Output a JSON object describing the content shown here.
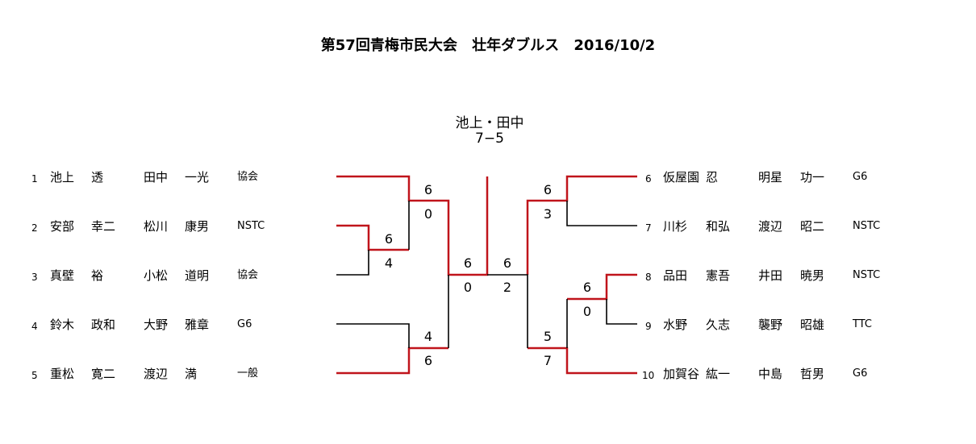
{
  "title": {
    "event": "第57回青梅市民大会",
    "category": "壮年ダブルス",
    "date": "2016/10/2"
  },
  "champion": {
    "names": "池上・田中",
    "score": "7−5"
  },
  "left_entries": [
    {
      "no": "1",
      "p1_last": "池上",
      "p1_first": "透",
      "p2_last": "田中",
      "p2_first": "一光",
      "club": "協会"
    },
    {
      "no": "2",
      "p1_last": "安部",
      "p1_first": "幸二",
      "p2_last": "松川",
      "p2_first": "康男",
      "club": "NSTC"
    },
    {
      "no": "3",
      "p1_last": "真壁",
      "p1_first": "裕",
      "p2_last": "小松",
      "p2_first": "道明",
      "club": "協会"
    },
    {
      "no": "4",
      "p1_last": "鈴木",
      "p1_first": "政和",
      "p2_last": "大野",
      "p2_first": "雅章",
      "club": "G6"
    },
    {
      "no": "5",
      "p1_last": "重松",
      "p1_first": "寛二",
      "p2_last": "渡辺",
      "p2_first": "満",
      "club": "一般"
    }
  ],
  "right_entries": [
    {
      "no": "6",
      "p1_last": "仮屋園",
      "p1_first": "忍",
      "p2_last": "明星",
      "p2_first": "功一",
      "club": "G6"
    },
    {
      "no": "7",
      "p1_last": "川杉",
      "p1_first": "和弘",
      "p2_last": "渡辺",
      "p2_first": "昭二",
      "club": "NSTC"
    },
    {
      "no": "8",
      "p1_last": "品田",
      "p1_first": "憲吾",
      "p2_last": "井田",
      "p2_first": "暁男",
      "club": "NSTC"
    },
    {
      "no": "9",
      "p1_last": "水野",
      "p1_first": "久志",
      "p2_last": "襲野",
      "p2_first": "昭雄",
      "club": "TTC"
    },
    {
      "no": "10",
      "p1_last": "加賀谷",
      "p1_first": "紘一",
      "p2_last": "中島",
      "p2_first": "哲男",
      "club": "G6"
    }
  ],
  "scores": {
    "m_2v3": [
      "6",
      "4"
    ],
    "m_1vW": [
      "6",
      "0"
    ],
    "m_4v5": [
      "4",
      "6"
    ],
    "semi_left": [
      "6",
      "0"
    ],
    "final_right": [
      "6",
      "2"
    ],
    "m_6v7": [
      "6",
      "3"
    ],
    "m_8v9": [
      "6",
      "0"
    ],
    "m_Wv10": [
      "5",
      "7"
    ]
  },
  "colors": {
    "winner_line": "#c0141b",
    "loser_line": "#000000"
  }
}
